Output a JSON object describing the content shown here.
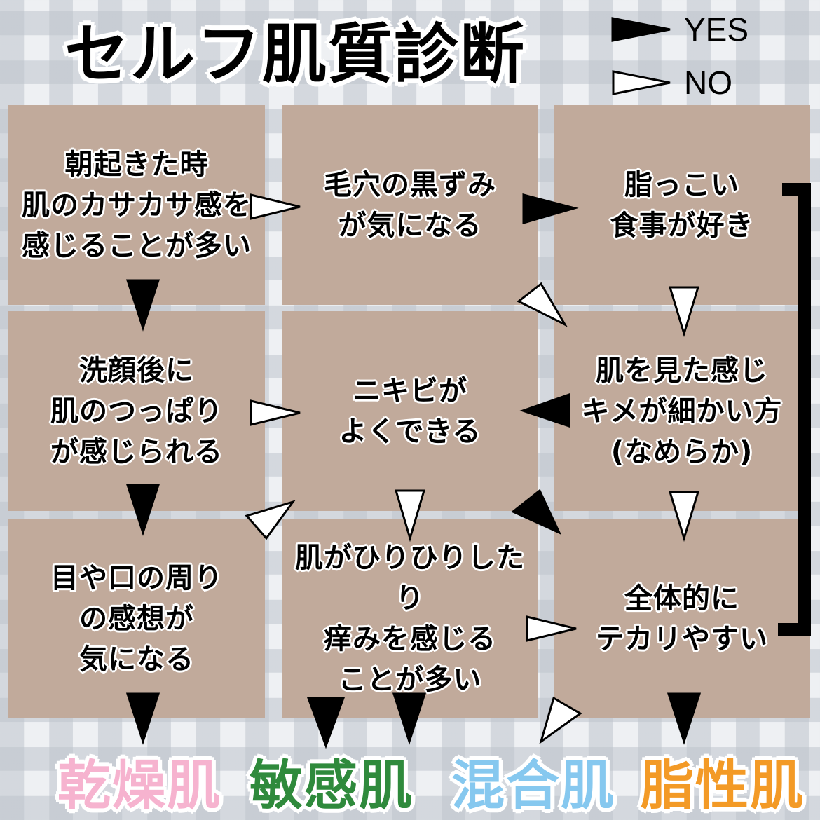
{
  "title": "セルフ肌質診断",
  "legend": {
    "yes": "YES",
    "no": "NO"
  },
  "questions": {
    "q1": "朝起きた時\n肌のカサカサ感を\n感じることが多い",
    "q2": "毛穴の黒ずみ\nが気になる",
    "q3": "脂っこい\n食事が好き",
    "q4": "洗顔後に\n肌のつっぱり\nが感じられる",
    "q5": "ニキビが\nよくできる",
    "q6": "肌を見た感じ\nキメが細かい方\n(なめらか)",
    "q7": "目や口の周り\nの感想が\n気になる",
    "q8": "肌がひりひりしたり\n痒みを感じる\nことが多い",
    "q9": "全体的に\nテカリやすい"
  },
  "results": {
    "dry": {
      "label": "乾燥肌",
      "color": "#f6b3cf"
    },
    "sensitive": {
      "label": "敏感肌",
      "color": "#2f8a3c"
    },
    "combination": {
      "label": "混合肌",
      "color": "#86c8ef"
    },
    "oily": {
      "label": "脂性肌",
      "color": "#f39a26"
    }
  },
  "colors": {
    "box": "#c1aa9b",
    "yes_arrow": "#000000",
    "no_arrow": "#ffffff"
  }
}
